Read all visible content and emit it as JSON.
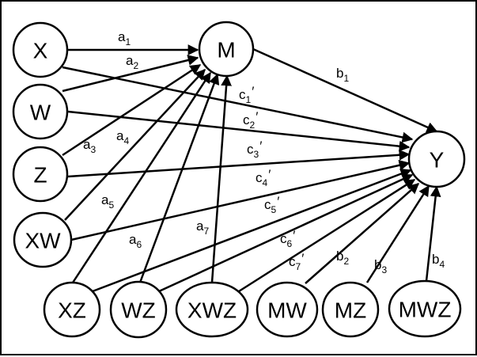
{
  "diagram": {
    "title": "Moderated mediation path diagram",
    "nodes": [
      {
        "id": "X",
        "label": "X"
      },
      {
        "id": "W",
        "label": "W"
      },
      {
        "id": "Z",
        "label": "Z"
      },
      {
        "id": "XW",
        "label": "XW"
      },
      {
        "id": "M",
        "label": "M"
      },
      {
        "id": "Y",
        "label": "Y"
      },
      {
        "id": "XZ",
        "label": "XZ"
      },
      {
        "id": "WZ",
        "label": "WZ"
      },
      {
        "id": "XWZ",
        "label": "XWZ"
      },
      {
        "id": "MW",
        "label": "MW"
      },
      {
        "id": "MZ",
        "label": "MZ"
      },
      {
        "id": "MWZ",
        "label": "MWZ"
      }
    ],
    "edges": [
      {
        "from": "X",
        "to": "M",
        "label": "a",
        "sub": "1",
        "prime": ""
      },
      {
        "from": "W",
        "to": "M",
        "label": "a",
        "sub": "2",
        "prime": ""
      },
      {
        "from": "Z",
        "to": "M",
        "label": "a",
        "sub": "3",
        "prime": ""
      },
      {
        "from": "XW",
        "to": "M",
        "label": "a",
        "sub": "4",
        "prime": ""
      },
      {
        "from": "XZ",
        "to": "M",
        "label": "a",
        "sub": "5",
        "prime": ""
      },
      {
        "from": "WZ",
        "to": "M",
        "label": "a",
        "sub": "6",
        "prime": ""
      },
      {
        "from": "XWZ",
        "to": "M",
        "label": "a",
        "sub": "7",
        "prime": ""
      },
      {
        "from": "M",
        "to": "Y",
        "label": "b",
        "sub": "1",
        "prime": ""
      },
      {
        "from": "X",
        "to": "Y",
        "label": "c",
        "sub": "1",
        "prime": "′"
      },
      {
        "from": "W",
        "to": "Y",
        "label": "c",
        "sub": "2",
        "prime": "′"
      },
      {
        "from": "Z",
        "to": "Y",
        "label": "c",
        "sub": "3",
        "prime": "′"
      },
      {
        "from": "XW",
        "to": "Y",
        "label": "c",
        "sub": "4",
        "prime": "′"
      },
      {
        "from": "XZ",
        "to": "Y",
        "label": "c",
        "sub": "5",
        "prime": "′"
      },
      {
        "from": "WZ",
        "to": "Y",
        "label": "c",
        "sub": "6",
        "prime": "′"
      },
      {
        "from": "XWZ",
        "to": "Y",
        "label": "c",
        "sub": "7",
        "prime": "′"
      },
      {
        "from": "MW",
        "to": "Y",
        "label": "b",
        "sub": "2",
        "prime": ""
      },
      {
        "from": "MZ",
        "to": "Y",
        "label": "b",
        "sub": "3",
        "prime": ""
      },
      {
        "from": "MWZ",
        "to": "Y",
        "label": "b",
        "sub": "4",
        "prime": ""
      }
    ]
  }
}
